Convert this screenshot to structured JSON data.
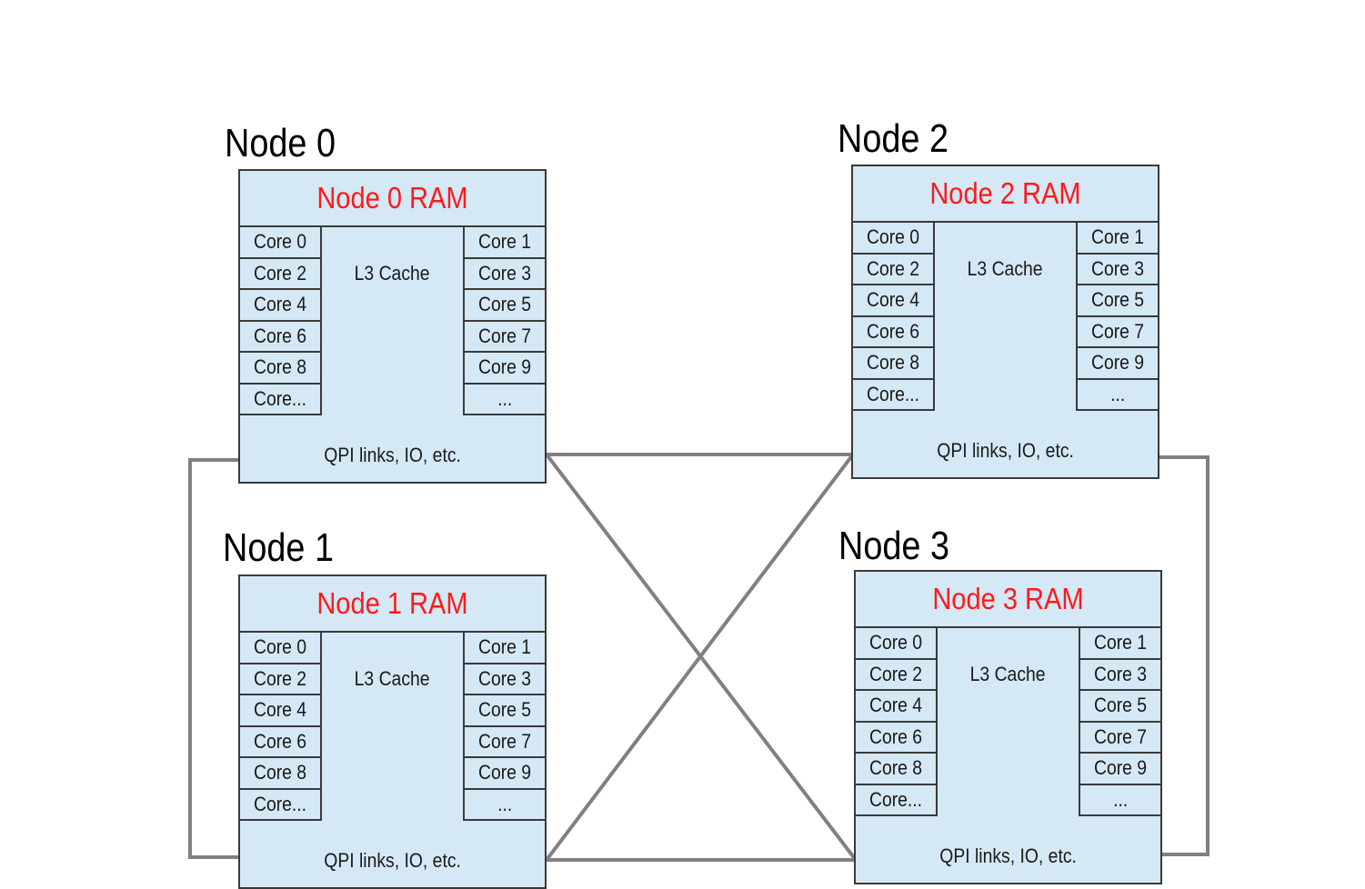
{
  "colors": {
    "node_fill": "#d5e8f5",
    "border": "#3a3a3a",
    "link": "#808080",
    "ram_label": "#ff1a1a",
    "title": "#000000"
  },
  "nodes": [
    {
      "title": "Node 0",
      "ram": "Node 0 RAM",
      "left_cores": [
        "Core 0",
        "Core 2",
        "Core 4",
        "Core 6",
        "Core 8",
        "Core..."
      ],
      "right_cores": [
        "Core 1",
        "Core 3",
        "Core 5",
        "Core 7",
        "Core 9",
        "..."
      ],
      "cache": "L3 Cache",
      "io": "QPI links, IO, etc."
    },
    {
      "title": "Node 1",
      "ram": "Node 1 RAM",
      "left_cores": [
        "Core 0",
        "Core 2",
        "Core 4",
        "Core 6",
        "Core 8",
        "Core..."
      ],
      "right_cores": [
        "Core 1",
        "Core 3",
        "Core 5",
        "Core 7",
        "Core 9",
        "..."
      ],
      "cache": "L3 Cache",
      "io": "QPI links, IO, etc."
    },
    {
      "title": "Node 2",
      "ram": "Node 2 RAM",
      "left_cores": [
        "Core 0",
        "Core 2",
        "Core 4",
        "Core 6",
        "Core 8",
        "Core..."
      ],
      "right_cores": [
        "Core 1",
        "Core 3",
        "Core 5",
        "Core 7",
        "Core 9",
        "..."
      ],
      "cache": "L3 Cache",
      "io": "QPI links, IO, etc."
    },
    {
      "title": "Node 3",
      "ram": "Node 3 RAM",
      "left_cores": [
        "Core 0",
        "Core 2",
        "Core 4",
        "Core 6",
        "Core 8",
        "Core..."
      ],
      "right_cores": [
        "Core 1",
        "Core 3",
        "Core 5",
        "Core 7",
        "Core 9",
        "..."
      ],
      "cache": "L3 Cache",
      "io": "QPI links, IO, etc."
    }
  ],
  "links": [
    {
      "from": "Node 0",
      "to": "Node 1"
    },
    {
      "from": "Node 0",
      "to": "Node 2"
    },
    {
      "from": "Node 0",
      "to": "Node 3"
    },
    {
      "from": "Node 1",
      "to": "Node 2"
    },
    {
      "from": "Node 1",
      "to": "Node 3"
    },
    {
      "from": "Node 2",
      "to": "Node 3"
    }
  ]
}
